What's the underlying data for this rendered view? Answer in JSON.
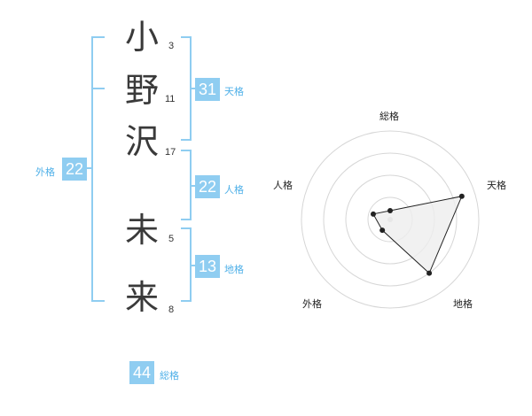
{
  "name": {
    "chars": [
      {
        "char": "小",
        "strokes": "3"
      },
      {
        "char": "野",
        "strokes": "11"
      },
      {
        "char": "沢",
        "strokes": "17"
      },
      {
        "char": "未",
        "strokes": "5"
      },
      {
        "char": "来",
        "strokes": "8"
      }
    ]
  },
  "fortune": {
    "tenkaku": {
      "value": "31",
      "label": "天格"
    },
    "jinkaku": {
      "value": "22",
      "label": "人格"
    },
    "chikaku": {
      "value": "13",
      "label": "地格"
    },
    "gaikaku": {
      "value": "22",
      "label": "外格"
    },
    "soukaku": {
      "value": "44",
      "label": "総格"
    }
  },
  "radar": {
    "axes": [
      "総格",
      "天格",
      "地格",
      "外格",
      "人格"
    ],
    "levels": [
      0.1,
      0.85,
      0.75,
      0.15,
      0.2
    ],
    "ring_count": 4,
    "accent": "#8fcdf1",
    "fill": "#eeeeee"
  }
}
